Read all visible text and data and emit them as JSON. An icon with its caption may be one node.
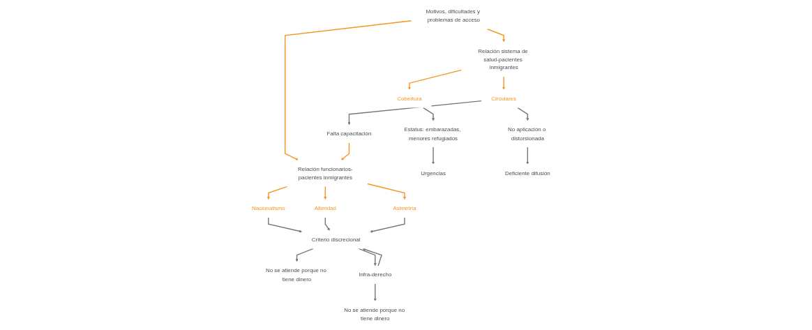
{
  "diagram": {
    "nodes": [
      {
        "text": [
          "Motivos, dificultades y problemas de acceso"
        ]
      },
      {
        "text": [
          "Relación sistema de salud-pacientes inmigrantes"
        ]
      },
      {
        "text": [
          "Relación funcionarios-pacientes inmigrantes"
        ]
      },
      {
        "text": [
          "Cobertura"
        ]
      },
      {
        "text": [
          "Circulares"
        ]
      },
      {
        "text": [
          "Falta capacitación"
        ]
      },
      {
        "text": [
          "Nacionalismo"
        ]
      },
      {
        "text": [
          "Alteridad"
        ]
      },
      {
        "text": [
          "Asimetría"
        ]
      },
      {
        "text": [
          "Estatus: embarazadas, menores refugiados"
        ]
      },
      {
        "text": [
          "No aplicación o distorsionada"
        ]
      },
      {
        "text": [
          "Criterio discrecional"
        ]
      },
      {
        "text": [
          "No se atiende porque no tiene dinero"
        ]
      },
      {
        "text": [
          "Urgencias"
        ]
      },
      {
        "text": [
          "Deficiente difusión"
        ]
      },
      {
        "text": [
          "Infra-derecho"
        ]
      },
      {
        "text": [
          "No se atiende porque no tiene dinero"
        ]
      }
    ],
    "edges": [
      {
        "from": 0,
        "to": 1,
        "arrow": "to",
        "color": "#f7941d"
      },
      {
        "from": 0,
        "to": 2,
        "arrow": "to",
        "color": "#f7941d"
      },
      {
        "from": 1,
        "to": 3,
        "arrow": "to",
        "color": "#f7941d"
      },
      {
        "from": 1,
        "to": 4,
        "arrow": "to",
        "color": "#f7941d"
      },
      {
        "from": 4,
        "to": 5,
        "arrow": "to"
      },
      {
        "from": 5,
        "to": 2,
        "arrow": "to",
        "color": "#f7941d"
      },
      {
        "from": 2,
        "to": 6,
        "arrow": "to",
        "color": "#f7941d"
      },
      {
        "from": 2,
        "to": 7,
        "arrow": "to",
        "color": "#f7941d"
      },
      {
        "from": 2,
        "to": 8,
        "arrow": "to",
        "color": "#f7941d"
      },
      {
        "from": 3,
        "to": 9,
        "arrow": "to"
      },
      {
        "from": 4,
        "to": 10,
        "arrow": "to"
      },
      {
        "from": 6,
        "to": 11,
        "arrow": "to"
      },
      {
        "from": 7,
        "to": 11,
        "arrow": "to"
      },
      {
        "from": 8,
        "to": 11,
        "arrow": "to"
      },
      {
        "from": 11,
        "to": 12,
        "arrow": "to"
      },
      {
        "from": 9,
        "to": 13,
        "arrow": "to"
      },
      {
        "from": 10,
        "to": 14,
        "arrow": "to"
      },
      {
        "from": 11,
        "to": 15,
        "arrow": "to"
      },
      {
        "from": 15,
        "to": 11,
        "arrow": "to"
      },
      {
        "from": 15,
        "to": 16,
        "arrow": "to"
      }
    ]
  }
}
